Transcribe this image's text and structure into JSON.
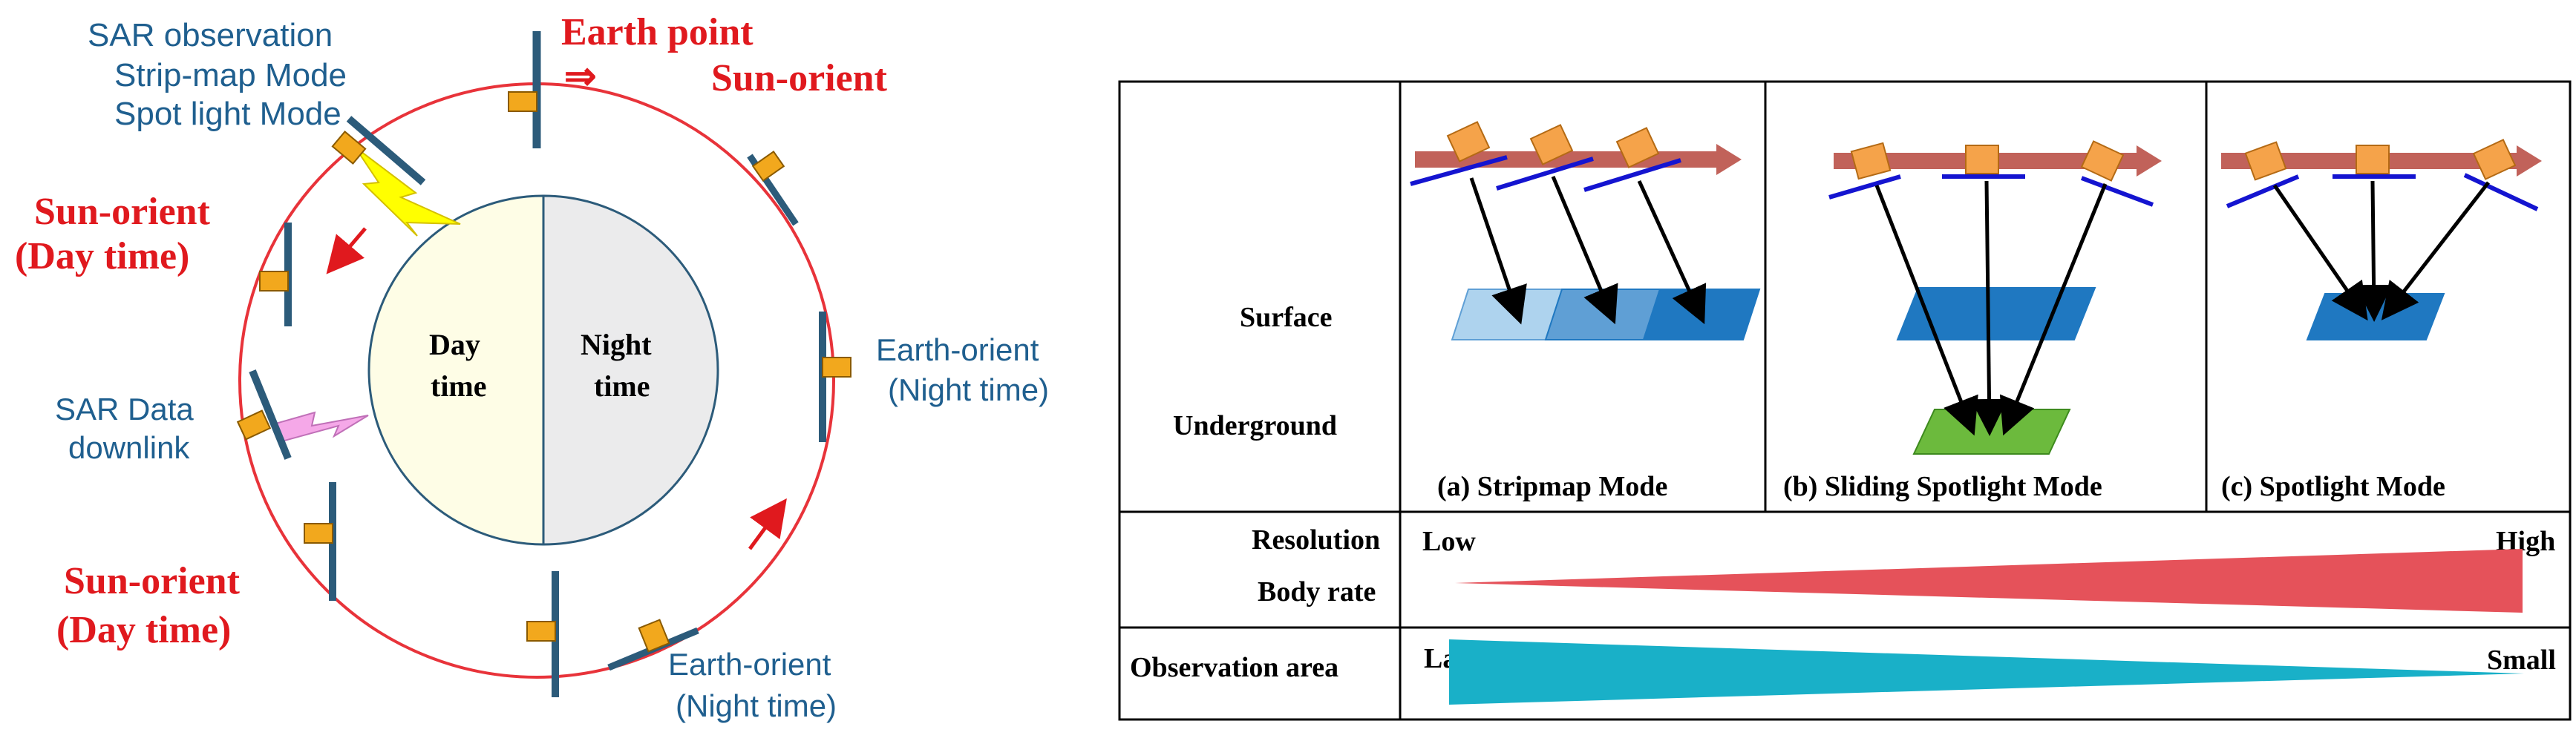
{
  "orbit": {
    "sar_observation": {
      "line1": "SAR observation",
      "line2": "Strip-map Mode",
      "line3": "Spot light Mode"
    },
    "earth_point": "Earth point",
    "transition_arrow": "⇒",
    "sun_orient_top": "Sun-orient",
    "sun_orient_left": {
      "line1": "Sun-orient",
      "line2": "(Day time)"
    },
    "sun_orient_bottom": {
      "line1": "Sun-orient",
      "line2": "(Day time)"
    },
    "sar_downlink": {
      "line1": "SAR Data",
      "line2": "downlink"
    },
    "earth_orient_right": {
      "line1": "Earth-orient",
      "line2": "(Night time)"
    },
    "earth_orient_bottom": {
      "line1": "Earth-orient",
      "line2": "(Night time)"
    },
    "day": {
      "line1": "Day",
      "line2": "time"
    },
    "night": {
      "line1": "Night",
      "line2": "time"
    }
  },
  "modes": {
    "row_labels": {
      "surface": "Surface",
      "underground": "Underground"
    },
    "stripmap": "(a) Stripmap Mode",
    "sliding": "(b) Sliding Spotlight Mode",
    "spotlight": "(c) Spotlight Mode",
    "resolution": {
      "label": "Resolution",
      "low": "Low",
      "high": "High"
    },
    "body_rate": {
      "label": "Body rate"
    },
    "observation_area": {
      "label": "Observation area",
      "large": "Large",
      "small": "Small"
    }
  },
  "colors": {
    "orbit": "#e8333a",
    "panel_dark": "#2c5b7a",
    "satellite": "#f2a81d",
    "label_blue": "#1f5f8f",
    "label_red": "#e0191e",
    "day_fill": "#fefde6",
    "night_fill": "#ebebec",
    "lightning_day": "#ffff00",
    "lightning_downlink": "#f5a8e8",
    "resolution_wedge": "#e5525a",
    "area_wedge": "#19b0c8",
    "footprint_light": "#aed3ee",
    "footprint_mid": "#5f9fd5",
    "footprint_dark": "#1f78c1",
    "underground_patch": "#6cba3d",
    "flight_arrow": "#c1625a",
    "antenna_line": "#1414d0",
    "spacecraft": "#f5a34a"
  }
}
